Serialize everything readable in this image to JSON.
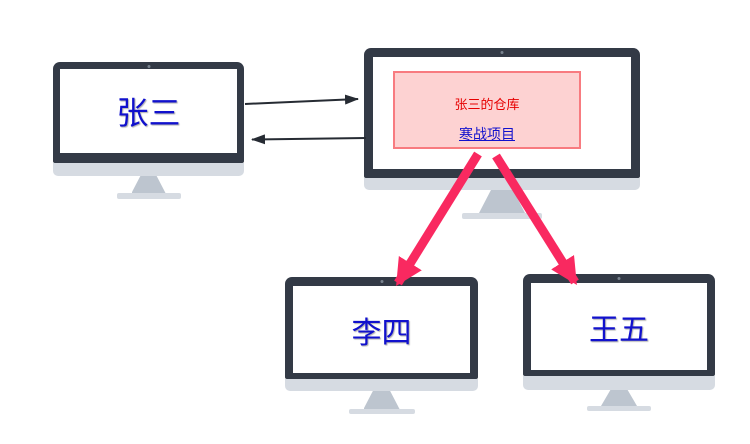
{
  "diagram": {
    "monitors": {
      "zhangsan": {
        "label": "张三"
      },
      "warehouse": {
        "box_title": "张三的仓库",
        "box_subtitle": "寒战项目"
      },
      "lisi": {
        "label": "李四"
      },
      "wangwu": {
        "label": "王五"
      }
    },
    "edges": [
      {
        "from": "zhangsan",
        "to": "warehouse",
        "type": "thin-arrow",
        "color": "#262b33"
      },
      {
        "from": "warehouse",
        "to": "zhangsan",
        "type": "thin-arrow",
        "color": "#262b33"
      },
      {
        "from": "warehouse",
        "to": "lisi",
        "type": "thick-arrow",
        "color": "#f92960"
      },
      {
        "from": "warehouse",
        "to": "wangwu",
        "type": "thick-arrow",
        "color": "#f92960"
      }
    ],
    "icons": {
      "camera_dot": "camera-dot-icon"
    },
    "colors": {
      "background": "#ffffff",
      "monitor_bezel": "#333a46",
      "monitor_chin": "#d6dbe2",
      "monitor_neck": "#bdc5cf",
      "label_blue": "#1111cd",
      "box_title_red": "#e60000",
      "box_fill": "#fdd2d2",
      "box_border": "#f87b80",
      "arrow_pink": "#f92960",
      "arrow_dark": "#262b33"
    }
  }
}
